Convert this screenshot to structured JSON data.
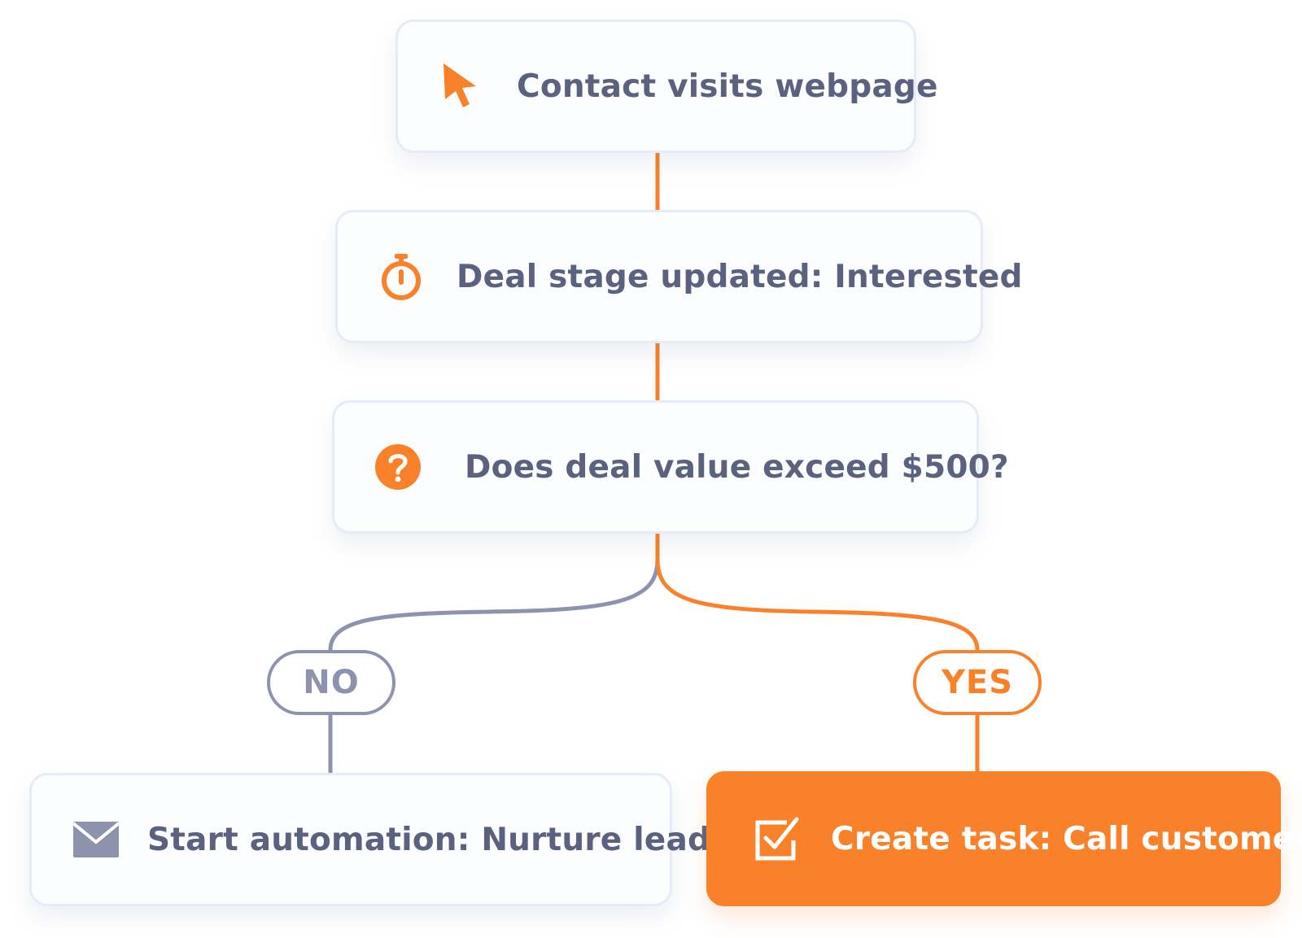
{
  "nodes": {
    "visit": {
      "label": "Contact visits webpage",
      "icon": "cursor-arrow-icon"
    },
    "deal": {
      "label": "Deal stage updated: Interested",
      "icon": "stopwatch-icon"
    },
    "question": {
      "label": "Does deal value exceed $500?",
      "icon": "question-circle-icon"
    },
    "nurture": {
      "label": "Start automation: Nurture lead",
      "icon": "envelope-icon"
    },
    "task": {
      "label": "Create task: Call customer",
      "icon": "checkbox-icon"
    }
  },
  "branches": {
    "no": "NO",
    "yes": "YES"
  },
  "colors": {
    "accent": "#f8812a",
    "muted": "#8d93ad",
    "text": "#5a6280",
    "card_border": "#e6ebf8"
  }
}
